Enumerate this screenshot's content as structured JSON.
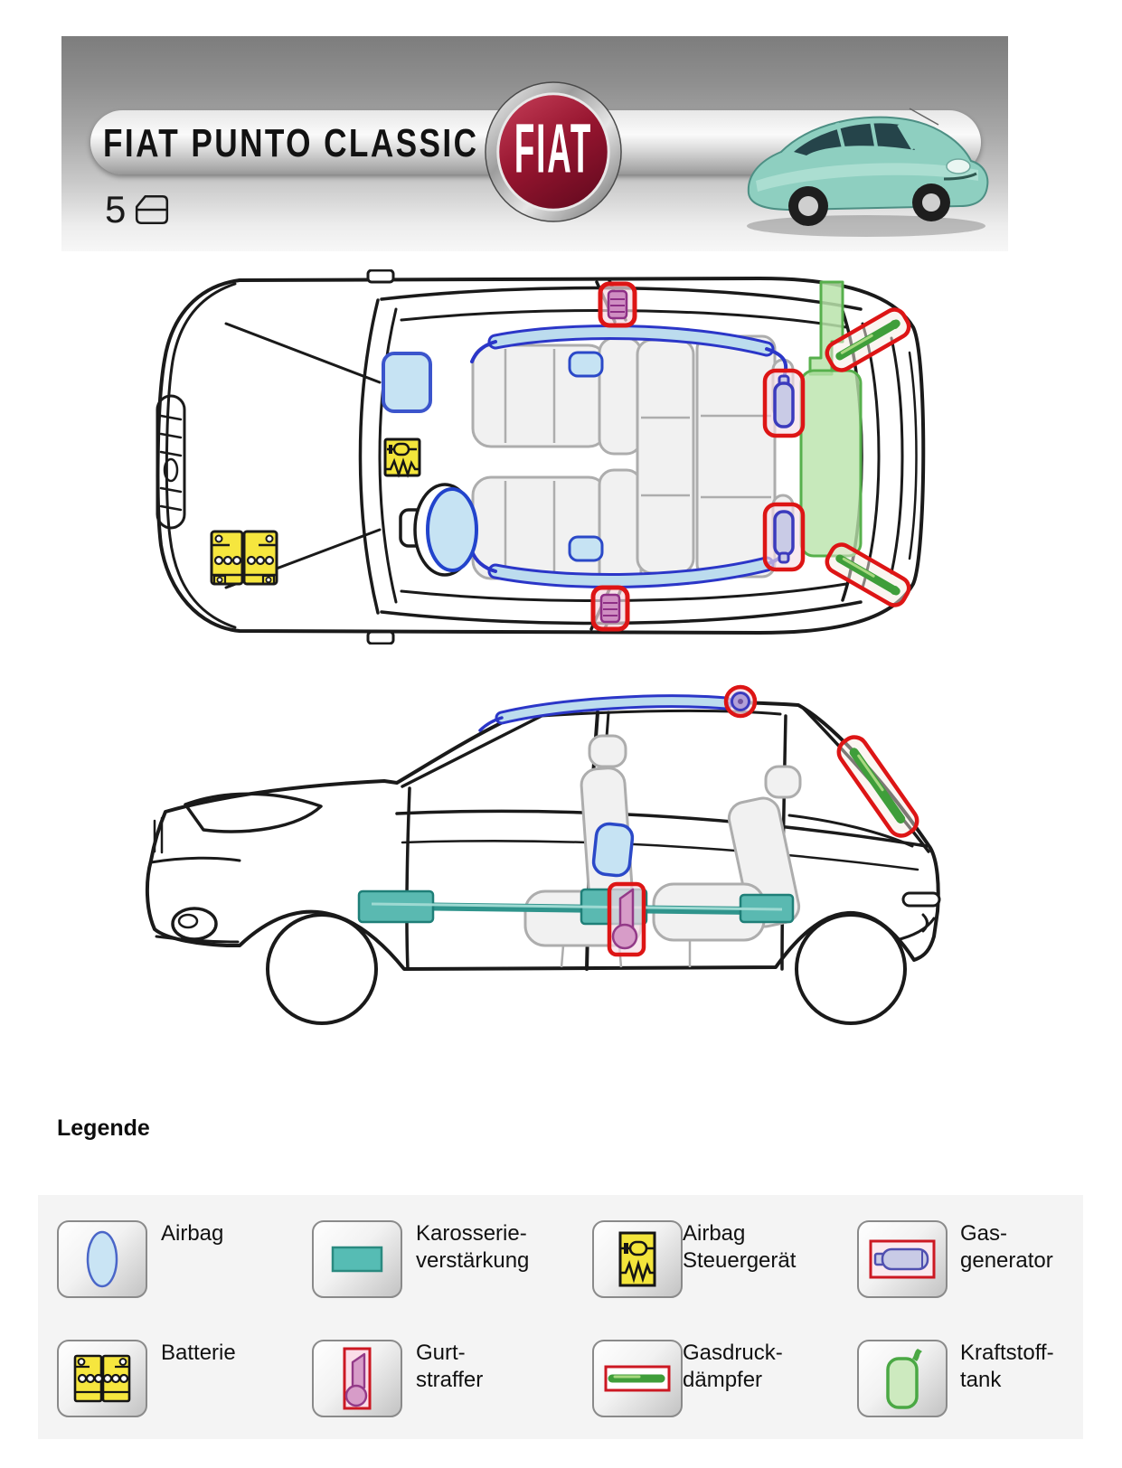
{
  "header": {
    "title": "FIAT PUNTO CLASSIC",
    "logo_text": "FIAT",
    "door_count": "5",
    "brand_red": "#9c1531"
  },
  "legend": {
    "heading": "Legende",
    "items": [
      {
        "icon": "airbag-icon",
        "label": "Airbag"
      },
      {
        "icon": "body-reinforcement-icon",
        "label": "Karosserie-\nverstärkung"
      },
      {
        "icon": "airbag-control-unit-icon",
        "label": "Airbag\nSteuergerät"
      },
      {
        "icon": "gas-generator-icon",
        "label": "Gas-\ngenerator"
      },
      {
        "icon": "battery-icon",
        "label": "Batterie"
      },
      {
        "icon": "belt-tensioner-icon",
        "label": "Gurt-\nstraffer"
      },
      {
        "icon": "gas-pressure-damper-icon",
        "label": "Gasdruck-\ndämpfer"
      },
      {
        "icon": "fuel-tank-icon",
        "label": "Kraftstoff-\ntank"
      }
    ]
  },
  "colors": {
    "highlight_red": "#dd1515",
    "airbag_fill": "#c6e3f3",
    "airbag_stroke": "#2b49c8",
    "curtain_fill": "#bcdcee",
    "curtain_stroke": "#2b36c8",
    "reinforcement_fill": "#5ab9b1",
    "reinforcement_stroke": "#1f7f78",
    "control_unit_yellow": "#f3e53b",
    "battery_yellow": "#f6e63e",
    "gas_generator_fill": "#c9cbe6",
    "gas_generator_stroke": "#3b3bbd",
    "belt_tensioner_fill": "#d79cc8",
    "belt_tensioner_stroke": "#933a88",
    "damper_green": "#3f9e3a",
    "fuel_tank_fill": "#b9e3aa",
    "fuel_tank_stroke": "#57b04c"
  }
}
